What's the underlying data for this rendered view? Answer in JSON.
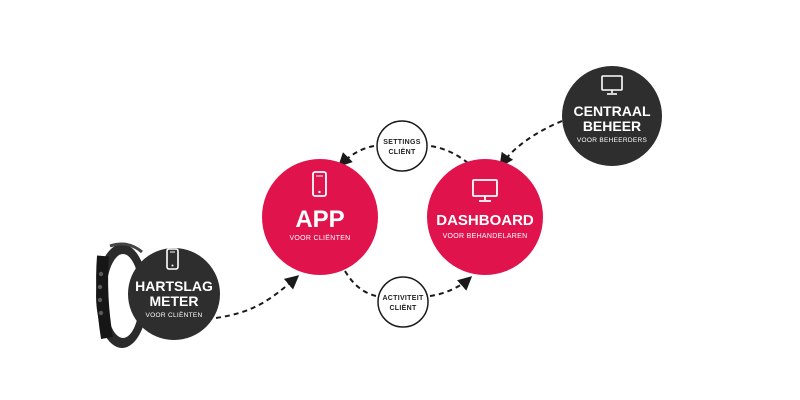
{
  "colors": {
    "accent": "#e0134d",
    "dark": "#2e2e2e",
    "line": "#1a1a1a",
    "small_node_border": "#1a1a1a",
    "background": "#ffffff"
  },
  "nodes": {
    "app": {
      "title": "APP",
      "subtitle": "VOOR CLIËNTEN",
      "icon": "smartphone-icon"
    },
    "dashboard": {
      "title": "DASHBOARD",
      "subtitle": "VOOR BEHANDELAREN",
      "icon": "monitor-icon"
    },
    "centraal": {
      "title_line1": "CENTRAAL",
      "title_line2": "BEHEER",
      "subtitle": "VOOR BEHEERDERS",
      "icon": "monitor-icon"
    },
    "hartslag": {
      "title_line1": "HARTSLAG",
      "title_line2": "METER",
      "subtitle": "VOOR CLIËNTEN",
      "icon": "smartphone-icon",
      "image": "wristband-icon"
    },
    "settings": {
      "line1": "SETTINGS",
      "line2": "CLIËNT"
    },
    "activiteit": {
      "line1": "ACTIVITEIT",
      "line2": "CLIËNT"
    }
  }
}
